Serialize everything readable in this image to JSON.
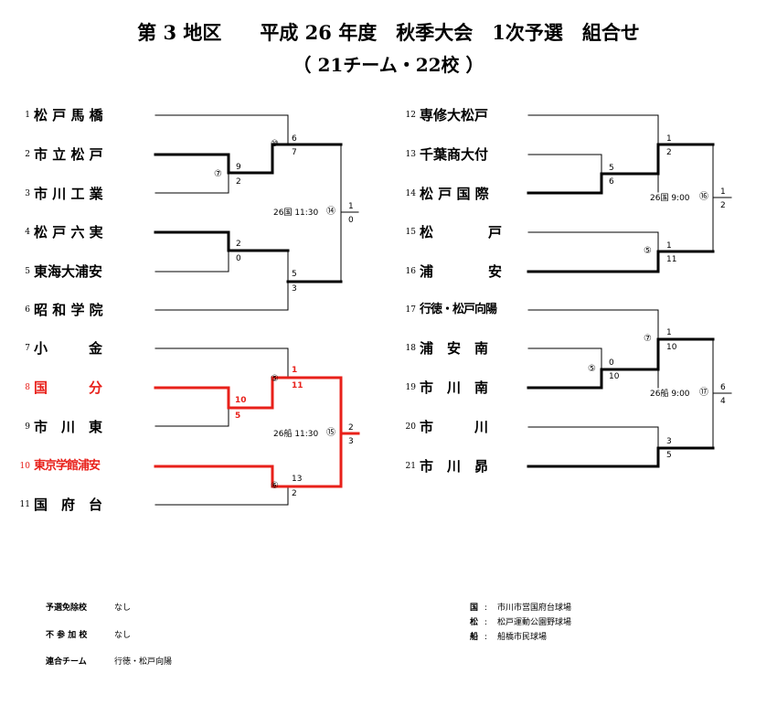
{
  "title": "第 3 地区　　平成 26 年度　秋季大会　1次予選　組合せ",
  "subtitle": "（ 21チーム・22校 ）",
  "teams": [
    {
      "no": "1",
      "name": "松 戸 馬 橋"
    },
    {
      "no": "2",
      "name": "市 立 松 戸"
    },
    {
      "no": "3",
      "name": "市 川 工 業"
    },
    {
      "no": "4",
      "name": "松 戸 六 実"
    },
    {
      "no": "5",
      "name": "東海大浦安"
    },
    {
      "no": "6",
      "name": "昭 和 学 院"
    },
    {
      "no": "7",
      "name": "小　　　金"
    },
    {
      "no": "8",
      "name": "国　　　分"
    },
    {
      "no": "9",
      "name": "市　川　東"
    },
    {
      "no": "10",
      "name": "東京学館浦安"
    },
    {
      "no": "11",
      "name": "国　府　台"
    },
    {
      "no": "12",
      "name": "専修大松戸"
    },
    {
      "no": "13",
      "name": "千葉商大付"
    },
    {
      "no": "14",
      "name": "松 戸 国 際"
    },
    {
      "no": "15",
      "name": "松　　　　戸"
    },
    {
      "no": "16",
      "name": "浦　　　　安"
    },
    {
      "no": "17",
      "name": "行徳・松戸向陽"
    },
    {
      "no": "18",
      "name": "浦　安　南"
    },
    {
      "no": "19",
      "name": "市　川　南"
    },
    {
      "no": "20",
      "name": "市　　　川"
    },
    {
      "no": "21",
      "name": "市　川　昴"
    }
  ],
  "scores": [
    "6",
    "7",
    "9",
    "2",
    "2",
    "0",
    "5",
    "3",
    "1",
    "11",
    "10",
    "5",
    "13",
    "2",
    "1",
    "0",
    "2",
    "3",
    "1",
    "2",
    "5",
    "6",
    "1",
    "11",
    "1",
    "2",
    "1",
    "10",
    "0",
    "10",
    "3",
    "5",
    "6",
    "4"
  ],
  "circles": [
    "⑩",
    "⑦",
    "⑭",
    "⑤",
    "⑥",
    "⑮",
    "⑯",
    "⑤",
    "⑦",
    "⑤",
    "⑰"
  ],
  "games": {
    "g14": "26国 11:30",
    "g15": "26船 11:30",
    "g16": "26国 9:00",
    "g17": "26船 9:00"
  },
  "legend": {
    "exempt_label": "予選免除校",
    "exempt_value": "なし",
    "absent_label": "不 参 加 校",
    "absent_value": "なし",
    "combined_label": "連合チーム",
    "combined_value": "行徳・松戸向陽",
    "venues": [
      {
        "key": "国",
        "value": "市川市営国府台球場"
      },
      {
        "key": "松",
        "value": "松戸運動公園野球場"
      },
      {
        "key": "船",
        "value": "船橋市民球場"
      }
    ],
    "colon": ":"
  },
  "colors": {
    "winner_line": "#e8201a",
    "line": "#000000"
  }
}
